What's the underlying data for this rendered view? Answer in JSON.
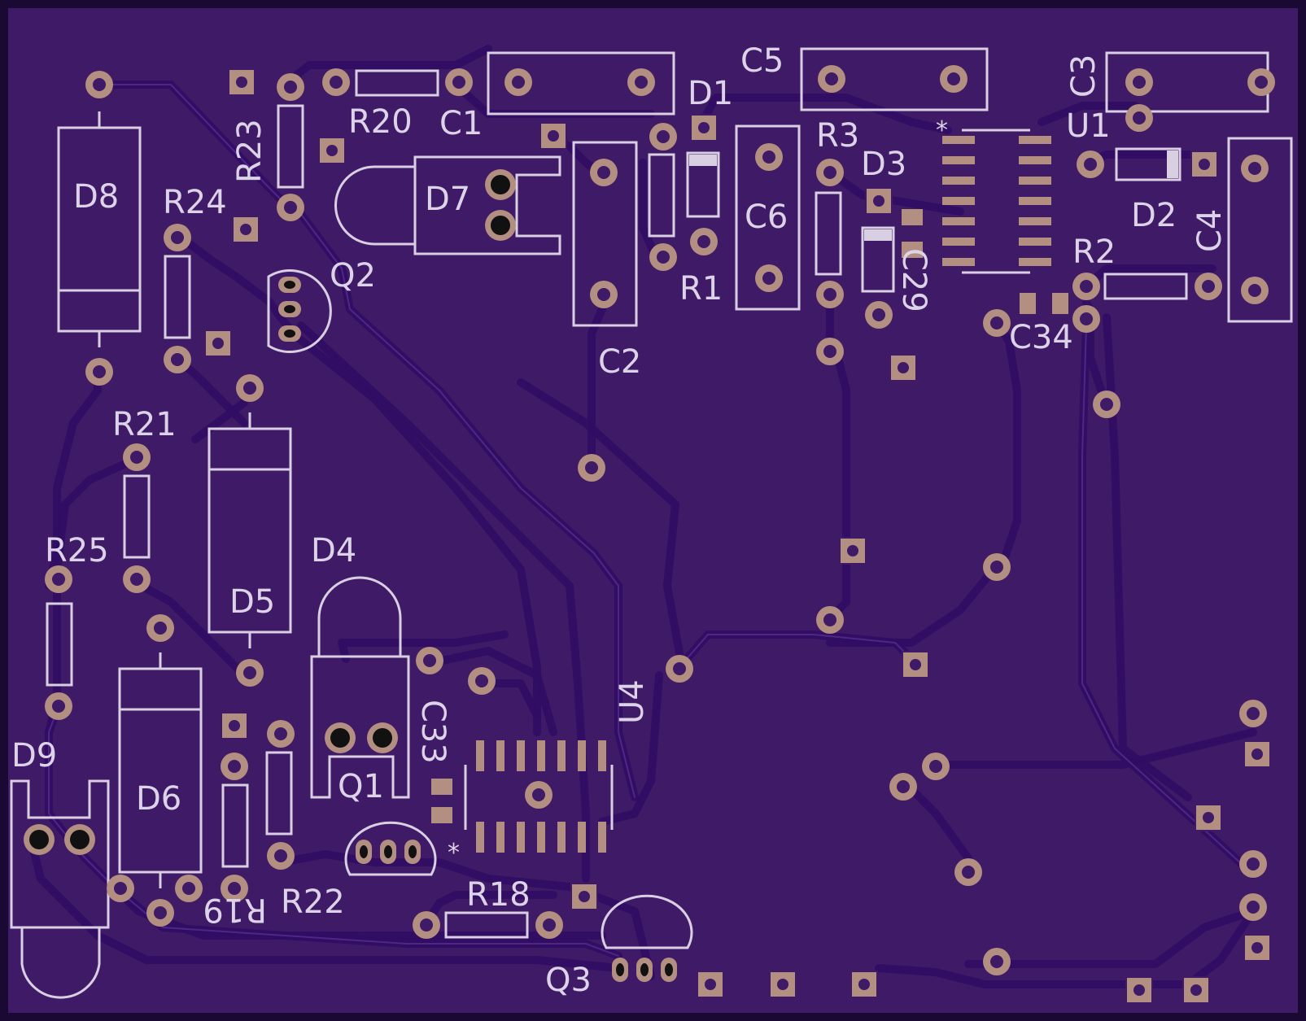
{
  "board": {
    "background": "#3f1a66",
    "outline_color": "#1a0a33",
    "silk_color": "#d9cfe3",
    "copper_color": "#b38f81"
  },
  "labels": {
    "c1": "C1",
    "c2": "C2",
    "c3": "C3",
    "c4": "C4",
    "c5": "C5",
    "c6": "C6",
    "c29": "C29",
    "c33": "C33",
    "c34": "C34",
    "d1": "D1",
    "d2": "D2",
    "d3": "D3",
    "d4": "D4",
    "d5": "D5",
    "d6": "D6",
    "d7": "D7",
    "d8": "D8",
    "d9": "D9",
    "q1": "Q1",
    "q2": "Q2",
    "q3": "Q3",
    "r1": "R1",
    "r2": "R2",
    "r3": "R3",
    "r18": "R18",
    "r19": "R19",
    "r20": "R20",
    "r21": "R21",
    "r22": "R22",
    "r23": "R23",
    "r24": "R24",
    "r25": "R25",
    "u1": "U1",
    "u4": "U4",
    "pin1_marker": "*"
  }
}
